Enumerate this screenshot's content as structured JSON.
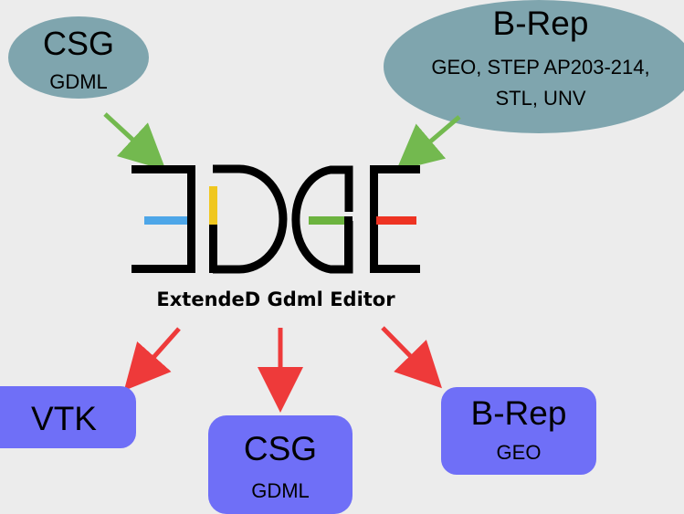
{
  "inputs": {
    "csg": {
      "title": "CSG",
      "subtitle": "GDML"
    },
    "brep": {
      "title": "B-Rep",
      "line1": "GEO, STEP AP203-214,",
      "line2": "STL, UNV"
    }
  },
  "logo": {
    "subtitle": "ExtendeD Gdml Editor",
    "accent_colors": {
      "e_bar": "#4da6e8",
      "d_bar": "#f0c71f",
      "g_bar": "#6cb33f",
      "e2_bar": "#ee3322"
    }
  },
  "outputs": {
    "vtk": {
      "title": "VTK"
    },
    "csg": {
      "title": "CSG",
      "subtitle": "GDML"
    },
    "brep": {
      "title": "B-Rep",
      "subtitle": "GEO"
    }
  },
  "colors": {
    "input_ellipse": "#7fa5ae",
    "output_box": "#6f6ff7",
    "input_arrow": "#73b94f",
    "output_arrow": "#ee3a3a",
    "background": "#ececec"
  }
}
